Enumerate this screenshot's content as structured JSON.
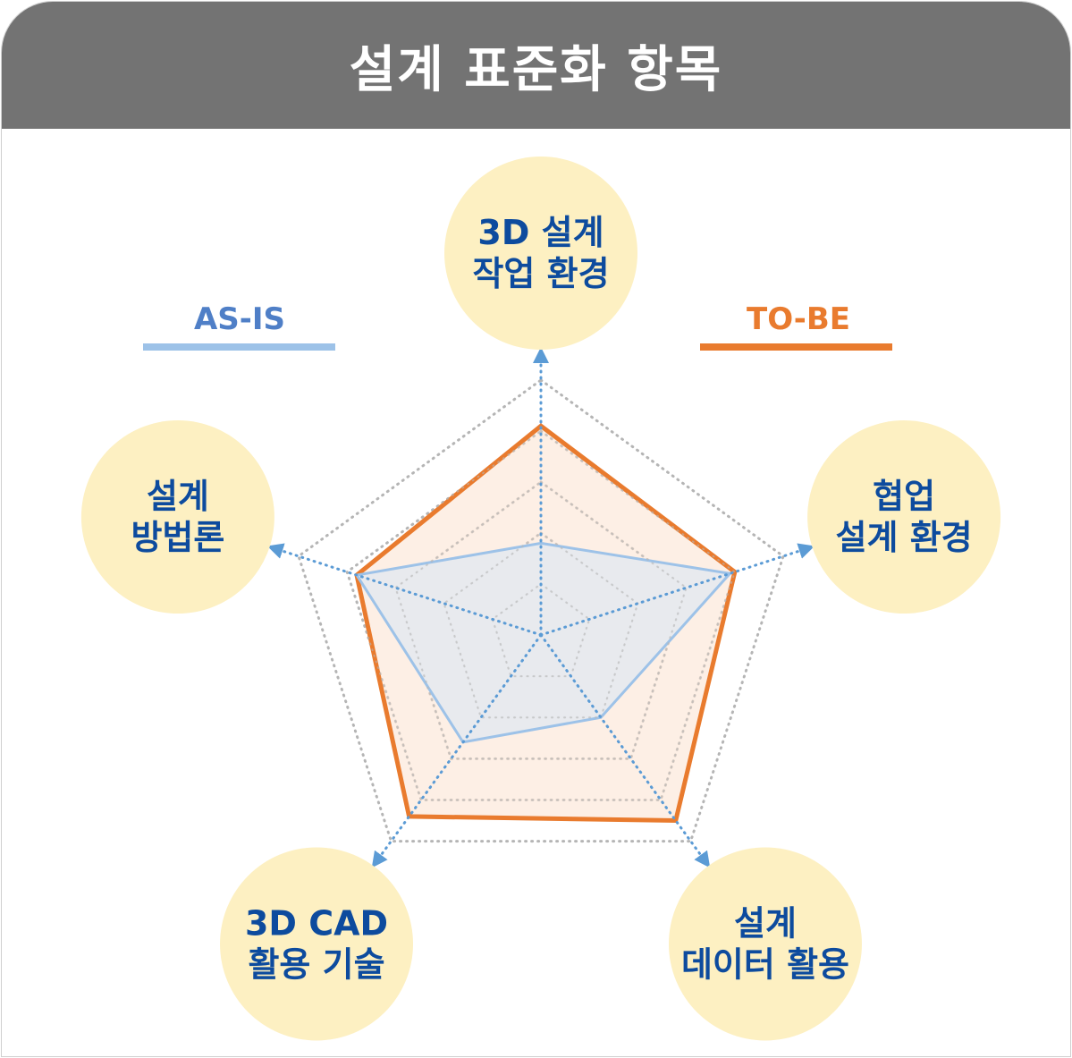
{
  "header": {
    "title": "설계 표준화 항목"
  },
  "legend": {
    "as_is": {
      "label": "AS-IS",
      "color": "#4f7fc7",
      "line_color": "#9dc2e8"
    },
    "to_be": {
      "label": "TO-BE",
      "color": "#e97b2e",
      "line_color": "#e97b2e"
    }
  },
  "colors": {
    "label_circle": "#fdf0c2",
    "label_text": "#0d4b9e",
    "grid": "#b5b5b5",
    "axis_arrow": "#5b9bd5",
    "to_be_fill": "#fbe2cf",
    "as_is_fill": "#e4e9f0"
  },
  "chart_data": {
    "type": "radar",
    "axes": [
      {
        "lines": [
          "3D 설계",
          "작업 환경"
        ]
      },
      {
        "lines": [
          "협업",
          "설계 환경"
        ]
      },
      {
        "lines": [
          "설계",
          "데이터 활용"
        ]
      },
      {
        "lines": [
          "3D CAD",
          "활용 기술"
        ]
      },
      {
        "lines": [
          "설계",
          "방법론"
        ]
      }
    ],
    "levels": 5,
    "max": 5,
    "series": [
      {
        "name": "TO-BE",
        "values": [
          4.1,
          4.0,
          4.5,
          4.4,
          3.8
        ]
      },
      {
        "name": "AS-IS",
        "values": [
          1.8,
          3.9,
          2.0,
          2.6,
          3.8
        ]
      }
    ]
  }
}
